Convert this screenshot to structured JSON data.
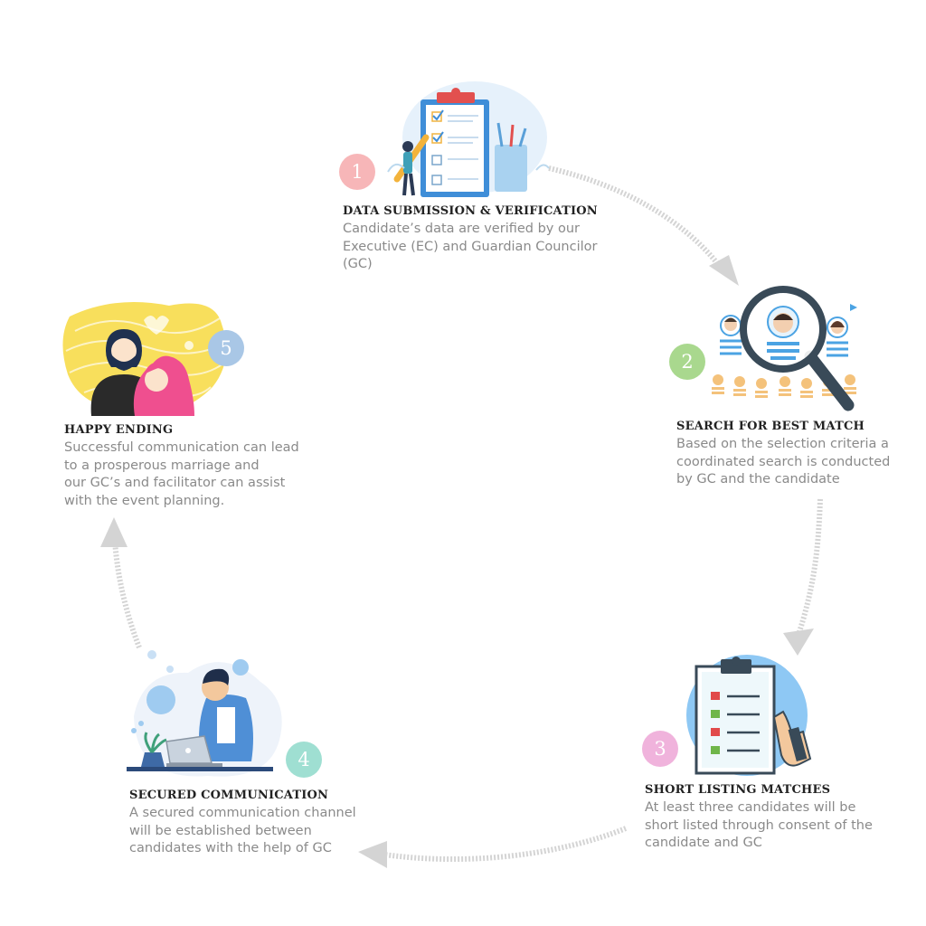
{
  "steps": [
    {
      "number": "1",
      "title": "DATA SUBMISSION & VERIFICATION",
      "lines": [
        "Candidate’s data are verified by our",
        "Executive (EC) and Guardian Councilor",
        "(GC)"
      ],
      "color": "#f7b6b8"
    },
    {
      "number": "2",
      "title": "SEARCH FOR BEST MATCH",
      "lines": [
        "Based on the selection criteria a",
        "coordinated search is conducted",
        "by GC and the candidate"
      ],
      "color": "#a9d88e"
    },
    {
      "number": "3",
      "title": "SHORT LISTING MATCHES",
      "lines": [
        "At least three candidates will be",
        "short listed through consent of the",
        "candidate and GC"
      ],
      "color": "#f0b3dc"
    },
    {
      "number": "4",
      "title": "SECURED COMMUNICATION",
      "lines": [
        "A secured communication channel",
        "will be established between",
        "candidates with the help of GC"
      ],
      "color": "#9fdfd2"
    },
    {
      "number": "5",
      "title": "HAPPY ENDING",
      "lines": [
        "Successful communication can lead",
        "to a prosperous marriage and",
        "our GC’s and facilitator can assist",
        "with the event planning."
      ],
      "color": "#a9c7e6"
    }
  ]
}
